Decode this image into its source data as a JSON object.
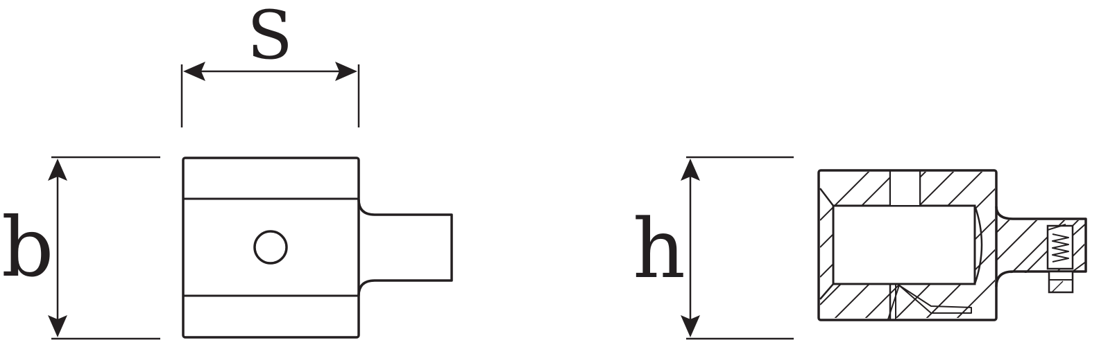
{
  "labels": {
    "width": "S",
    "height_left": "b",
    "height_right": "h"
  },
  "colors": {
    "stroke": "#231f20",
    "background": "#ffffff"
  }
}
